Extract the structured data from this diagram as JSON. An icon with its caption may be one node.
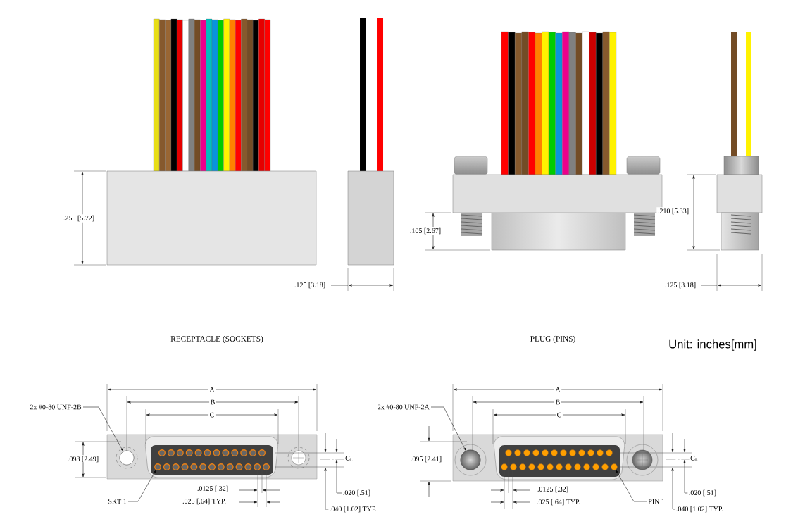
{
  "diagram": {
    "nodes": [
      {
        "text": [
          "2x #0-80 UNF-2B"
        ]
      },
      {
        "text": [],
        "shape": "circle"
      },
      {
        "text": [
          "SKT 1"
        ]
      },
      {
        "text": [],
        "shape": "circle"
      },
      {
        "text": [
          "2x #0-80 UNF-2A"
        ]
      },
      {
        "text": [],
        "shape": "circle"
      },
      {
        "text": [
          "PIN 1"
        ]
      },
      {
        "text": [],
        "shape": "circle"
      }
    ],
    "edges": [
      {
        "from": 0,
        "to": 1,
        "arrow": "to"
      },
      {
        "from": 2,
        "to": 3,
        "arrow": "to"
      },
      {
        "from": 4,
        "to": 5,
        "arrow": "to"
      },
      {
        "from": 6,
        "to": 7,
        "arrow": "to"
      }
    ],
    "labels": [
      ".255 [5.72]",
      ".125 [3.18]",
      ".105 [2.67]",
      ".210 [5.33]",
      ".125 [3.18]",
      "RECEPTACLE (SOCKETS)",
      "PLUG (PINS)",
      "Unit: inches[mm]",
      "A",
      "B",
      "C",
      ".098 [2.49]",
      "C$_{L}$",
      ".0125 [.32]",
      ".025 [.64] TYP.",
      ".020 [.51]",
      ".040 [1.02] TYP.",
      "A",
      "B",
      "C",
      ".095 [2.41]",
      "C$_{L}$",
      ".0125 [.32]",
      ".025 [.64] TYP.",
      ".020 [.51]",
      ".040 [1.02] TYP."
    ]
  }
}
